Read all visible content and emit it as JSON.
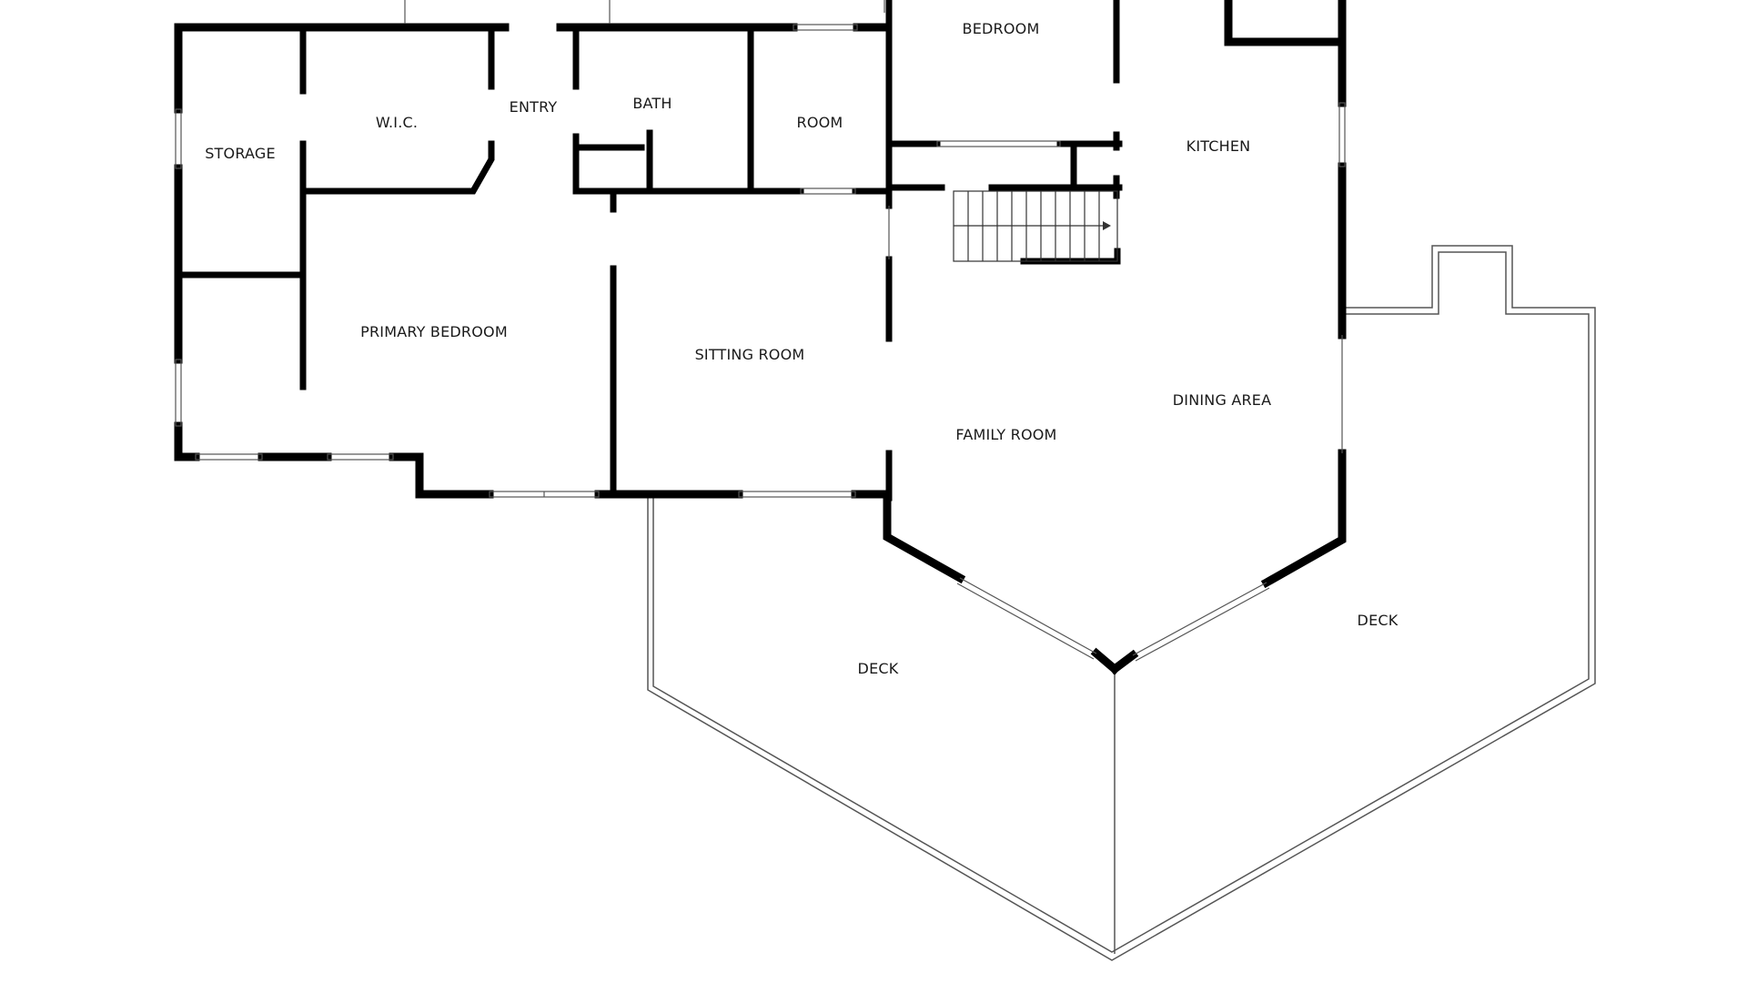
{
  "colors": {
    "wall": "#000000",
    "thin_line": "#555555",
    "window": "#ffffff",
    "background": "#ffffff"
  },
  "rooms": {
    "bedroom": "BEDROOM",
    "storage": "STORAGE",
    "wic": "W.I.C.",
    "entry": "ENTRY",
    "bath": "BATH",
    "room": "ROOM",
    "kitchen": "KITCHEN",
    "primary_bedroom": "PRIMARY BEDROOM",
    "sitting_room": "SITTING ROOM",
    "dining_area": "DINING AREA",
    "family_room": "FAMILY ROOM",
    "deck_left": "DECK",
    "deck_right": "DECK"
  }
}
